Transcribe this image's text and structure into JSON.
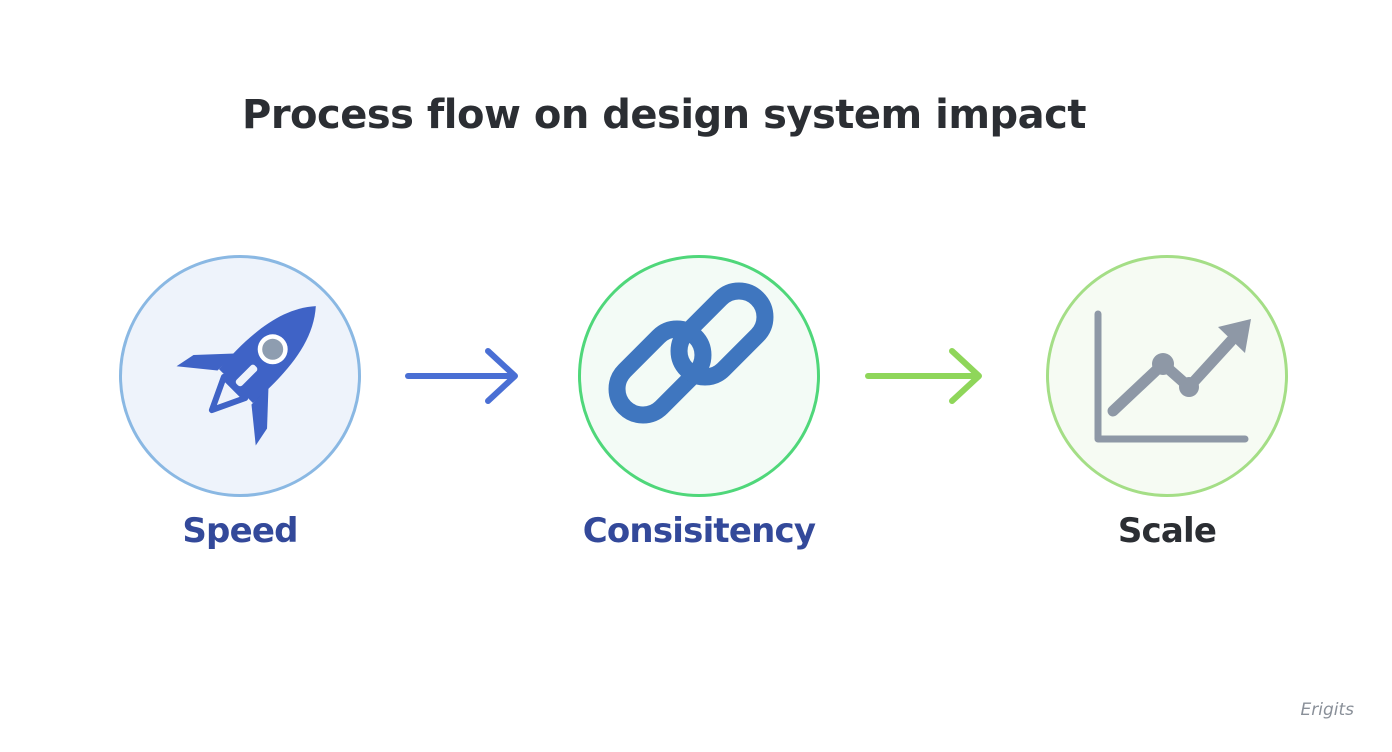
{
  "title": "Process flow on design system impact",
  "steps": [
    {
      "label": "Speed",
      "icon": "rocket-icon",
      "border_color": "#8ab8e3",
      "label_color": "#33499a"
    },
    {
      "label": "Consisitency",
      "icon": "chain-link-icon",
      "border_color": "#4fd77a",
      "label_color": "#33499a"
    },
    {
      "label": "Scale",
      "icon": "growth-chart-icon",
      "border_color": "#a4de86",
      "label_color": "#2b2e33"
    }
  ],
  "arrows": [
    {
      "icon": "arrow-right-icon",
      "color": "#4a6fd4"
    },
    {
      "icon": "arrow-right-icon",
      "color": "#8fd65a"
    }
  ],
  "watermark": "Erigits"
}
